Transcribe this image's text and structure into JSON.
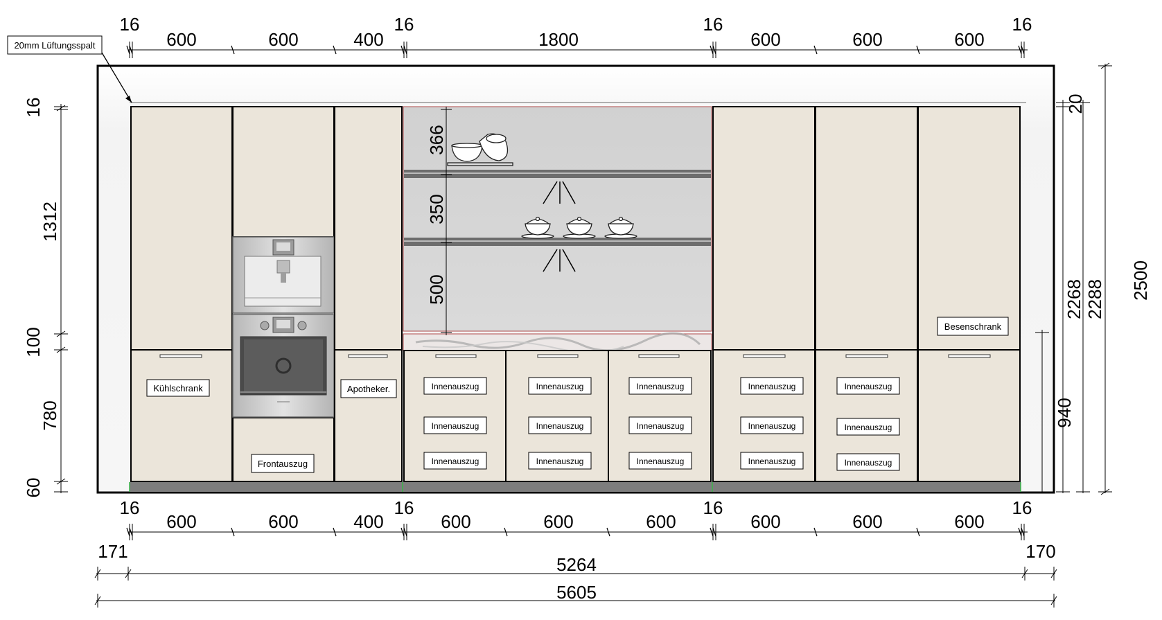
{
  "note": {
    "label": "20mm Lüftungsspalt"
  },
  "top_dims": {
    "gaps": [
      "16",
      "16",
      "16",
      "16"
    ],
    "widths": [
      "600",
      "600",
      "400",
      "1800",
      "600",
      "600",
      "600"
    ]
  },
  "bottom_dims": {
    "gaps": [
      "16",
      "16",
      "16",
      "16"
    ],
    "widths": [
      "600",
      "600",
      "400",
      "600",
      "600",
      "600",
      "600",
      "600",
      "600"
    ],
    "margin_left": "171",
    "margin_right": "170",
    "inner_total": "5264",
    "outer_total": "5605"
  },
  "left_dims": [
    "16",
    "1312",
    "100",
    "780",
    "60"
  ],
  "right_dims": {
    "gap": "20",
    "height_a": "2268",
    "height_b": "2288",
    "height_c": "2500",
    "height_d": "940"
  },
  "shelf_dims": [
    "366",
    "350",
    "500"
  ],
  "labels": {
    "fridge": "Kühlschrank",
    "front_pull": "Frontauszug",
    "pharmacy": "Apotheker.",
    "broom": "Besenschrank",
    "inner_pull": "Innenauszug"
  },
  "colors": {
    "wall": "#f2f2f2",
    "front": "#ebe5da",
    "niche": "#d4d4d4",
    "plinth": "#7d7d7d",
    "steel": "#c9c9c9",
    "line": "#000000"
  }
}
